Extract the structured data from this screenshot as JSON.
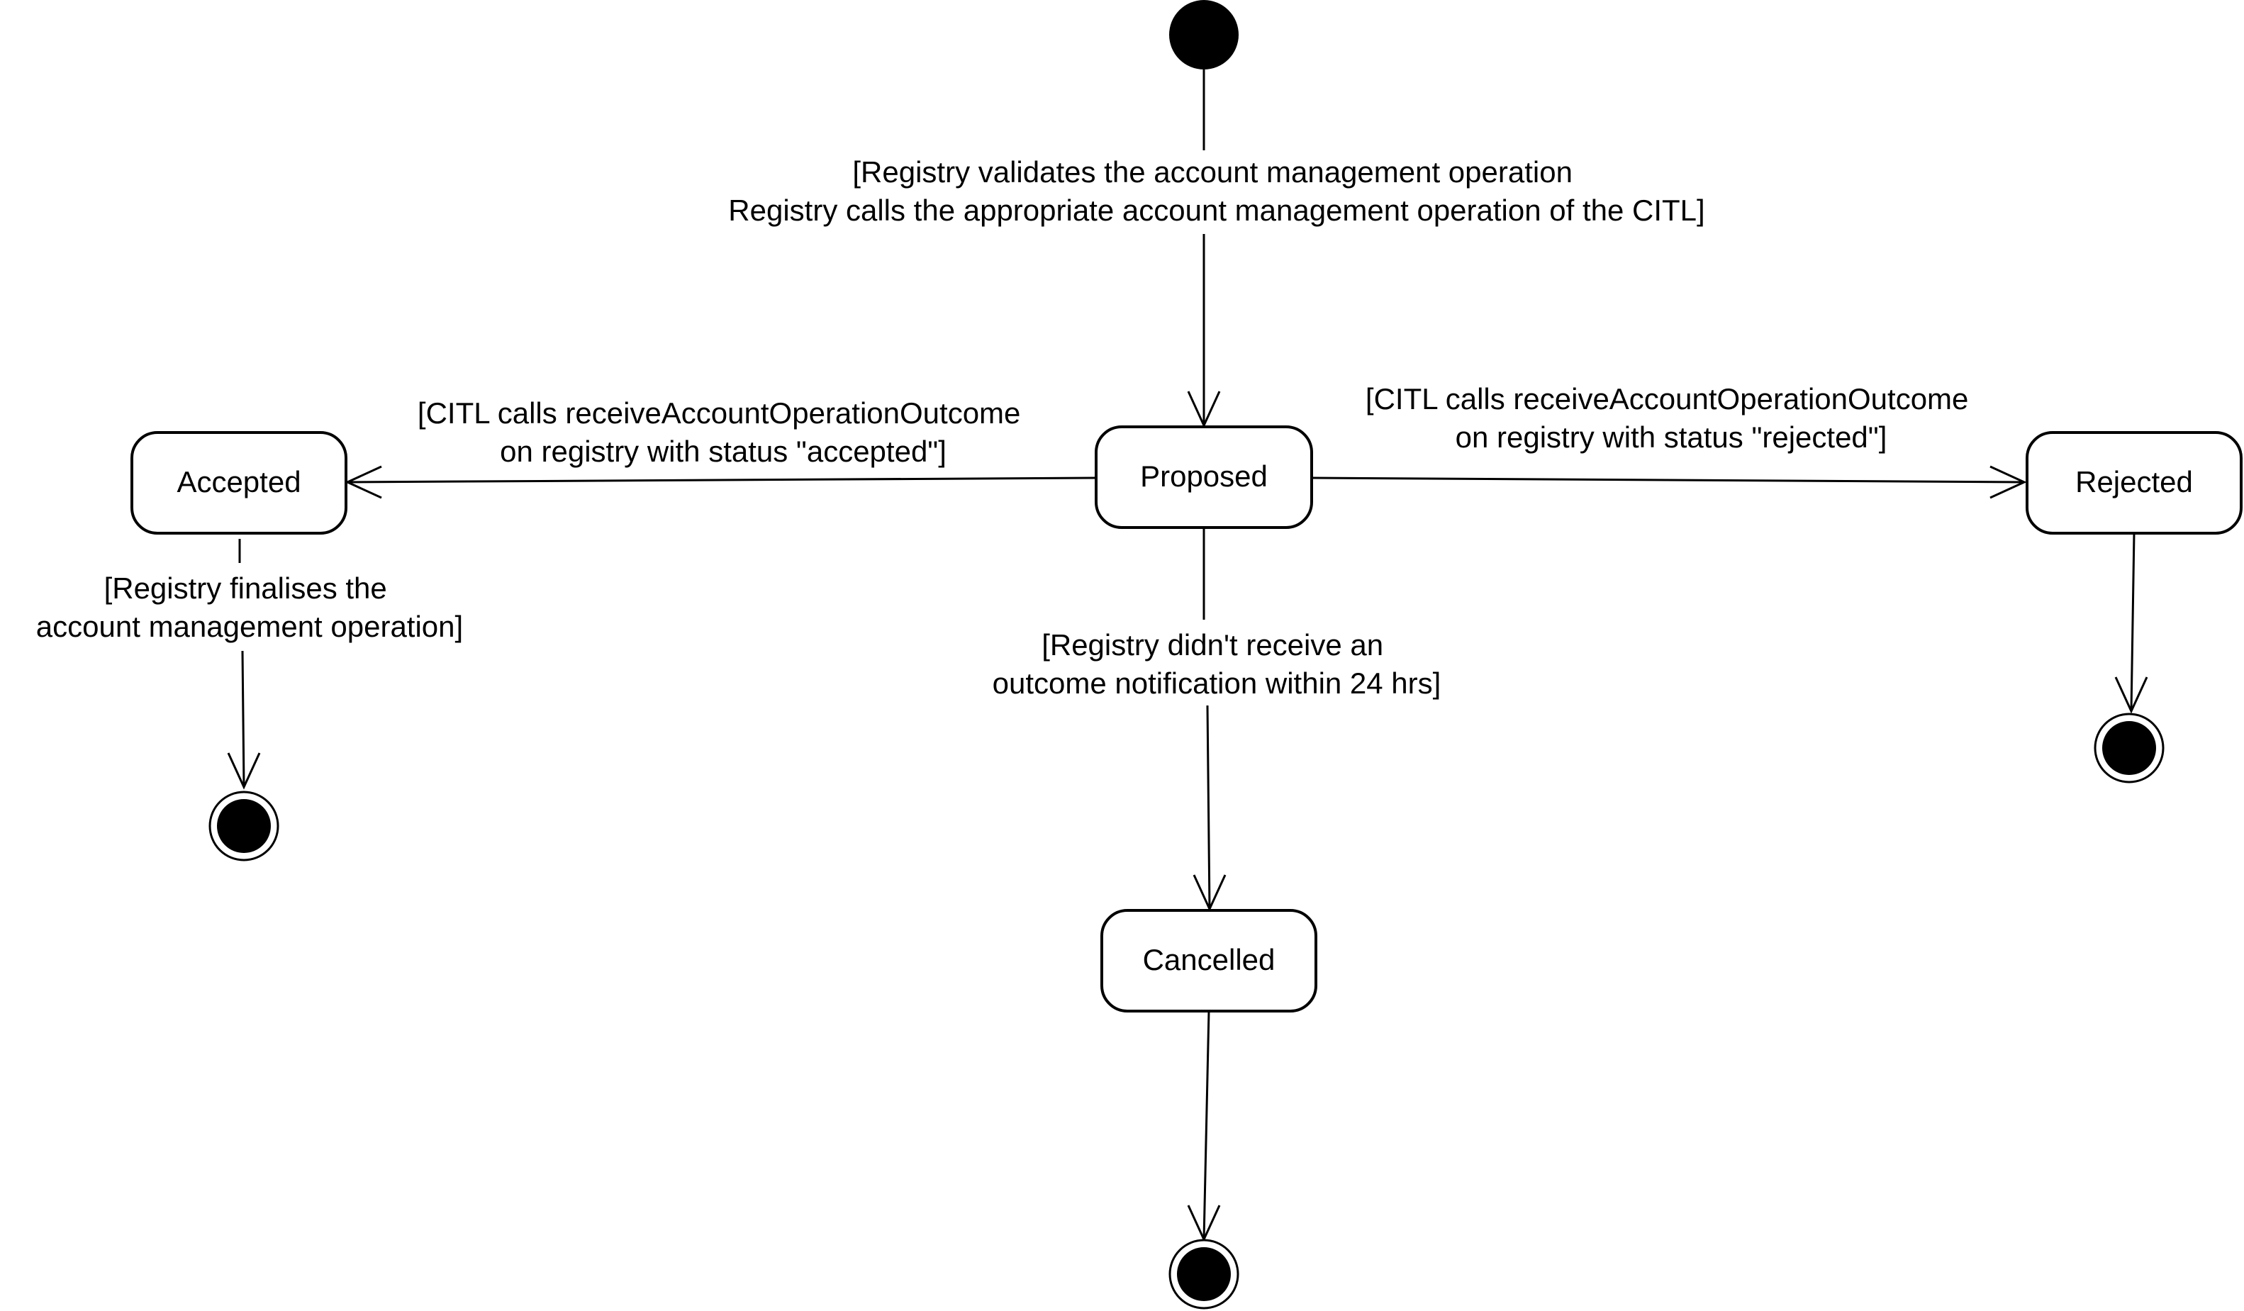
{
  "diagram": {
    "states": {
      "proposed": "Proposed",
      "accepted": "Accepted",
      "rejected": "Rejected",
      "cancelled": "Cancelled"
    },
    "guards": {
      "initial": {
        "line1": "[Registry validates the account management operation",
        "line2": "Registry calls the appropriate account management operation of the CITL]"
      },
      "accepted": {
        "line1": "[CITL calls receiveAccountOperationOutcome",
        "line2": "on registry with status \"accepted\"]"
      },
      "rejected": {
        "line1": "[CITL calls receiveAccountOperationOutcome",
        "line2": "on registry with status \"rejected\"]"
      },
      "cancelled": {
        "line1": "[Registry didn't receive an",
        "line2": "outcome notification within 24 hrs]"
      },
      "finalise": {
        "line1": "[Registry finalises the",
        "line2": "account management operation]"
      }
    }
  }
}
